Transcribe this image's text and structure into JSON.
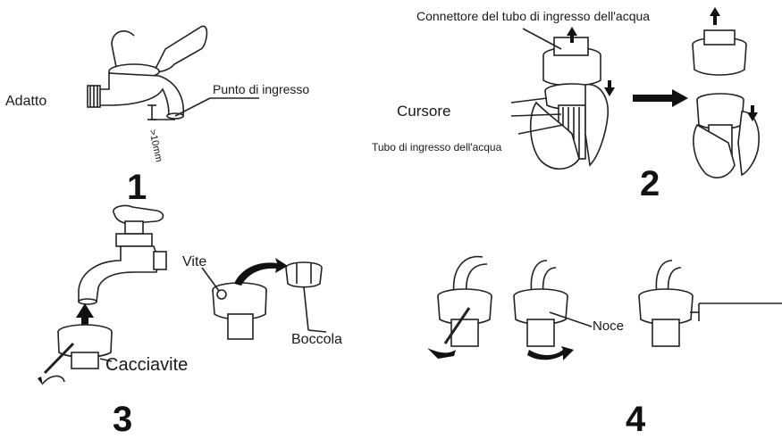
{
  "panel1": {
    "label_left": "Adatto",
    "label_inlet": "Punto di ingresso",
    "label_distance": ">10mm",
    "step_number": "1"
  },
  "panel2": {
    "label_connector": "Connettore del tubo di ingresso dell'acqua",
    "label_slider": "Cursore",
    "label_hose": "Tubo di ingresso dell'acqua",
    "step_number": "2"
  },
  "panel3": {
    "label_screw": "Vite",
    "label_bushing": "Boccola",
    "label_screwdriver": "Cacciavite",
    "step_number": "3"
  },
  "panel4": {
    "label_nut": "Noce",
    "step_number": "4"
  },
  "colors": {
    "ink": "#1a1a1a",
    "background": "#ffffff"
  }
}
